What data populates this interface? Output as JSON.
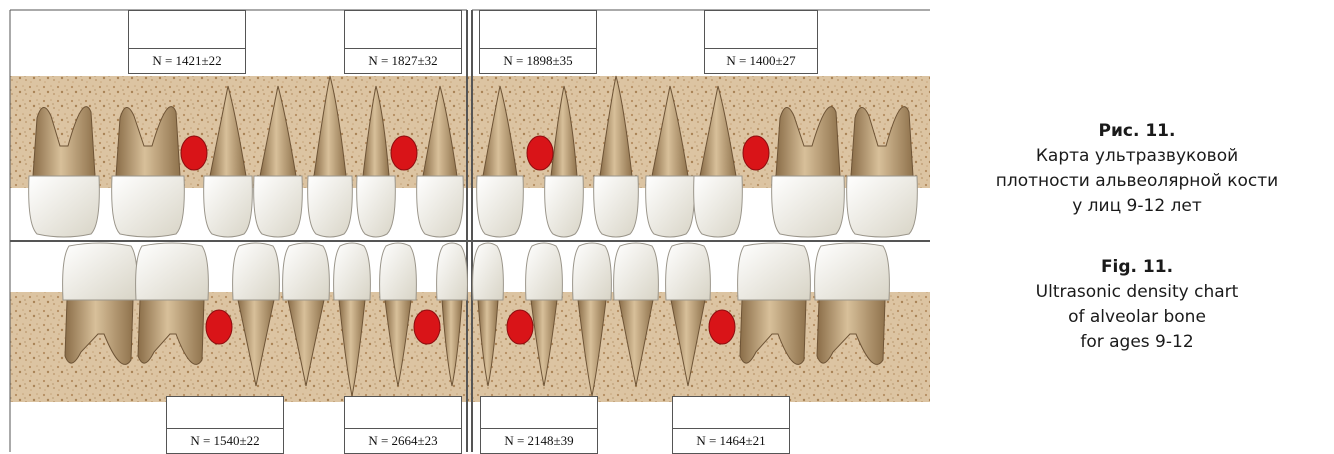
{
  "upper_boxes": [
    {
      "label": "N = 1421±22"
    },
    {
      "label": "N = 1827±32"
    },
    {
      "label": "N = 1898±35"
    },
    {
      "label": "N = 1400±27"
    }
  ],
  "lower_boxes": [
    {
      "label": "N = 1540±22"
    },
    {
      "label": "N = 2664±23"
    },
    {
      "label": "N = 2148±39"
    },
    {
      "label": "N = 1464±21"
    }
  ],
  "caption_ru": {
    "title": "Рис. 11.",
    "lines": [
      "Карта ультразвуковой",
      "плотности альвеолярной кости",
      "у лиц 9-12 лет"
    ]
  },
  "caption_en": {
    "title": "Fig. 11.",
    "lines": [
      "Ultrasonic density chart",
      "of alveolar bone",
      "for ages 9-12"
    ]
  },
  "colors": {
    "bone": "#d9bf9c",
    "bone_speck": "#b8956a",
    "marker": "#d91418",
    "enamel": "#f4f2ea",
    "root": "#c9ab7e",
    "grid_line": "#555555"
  }
}
